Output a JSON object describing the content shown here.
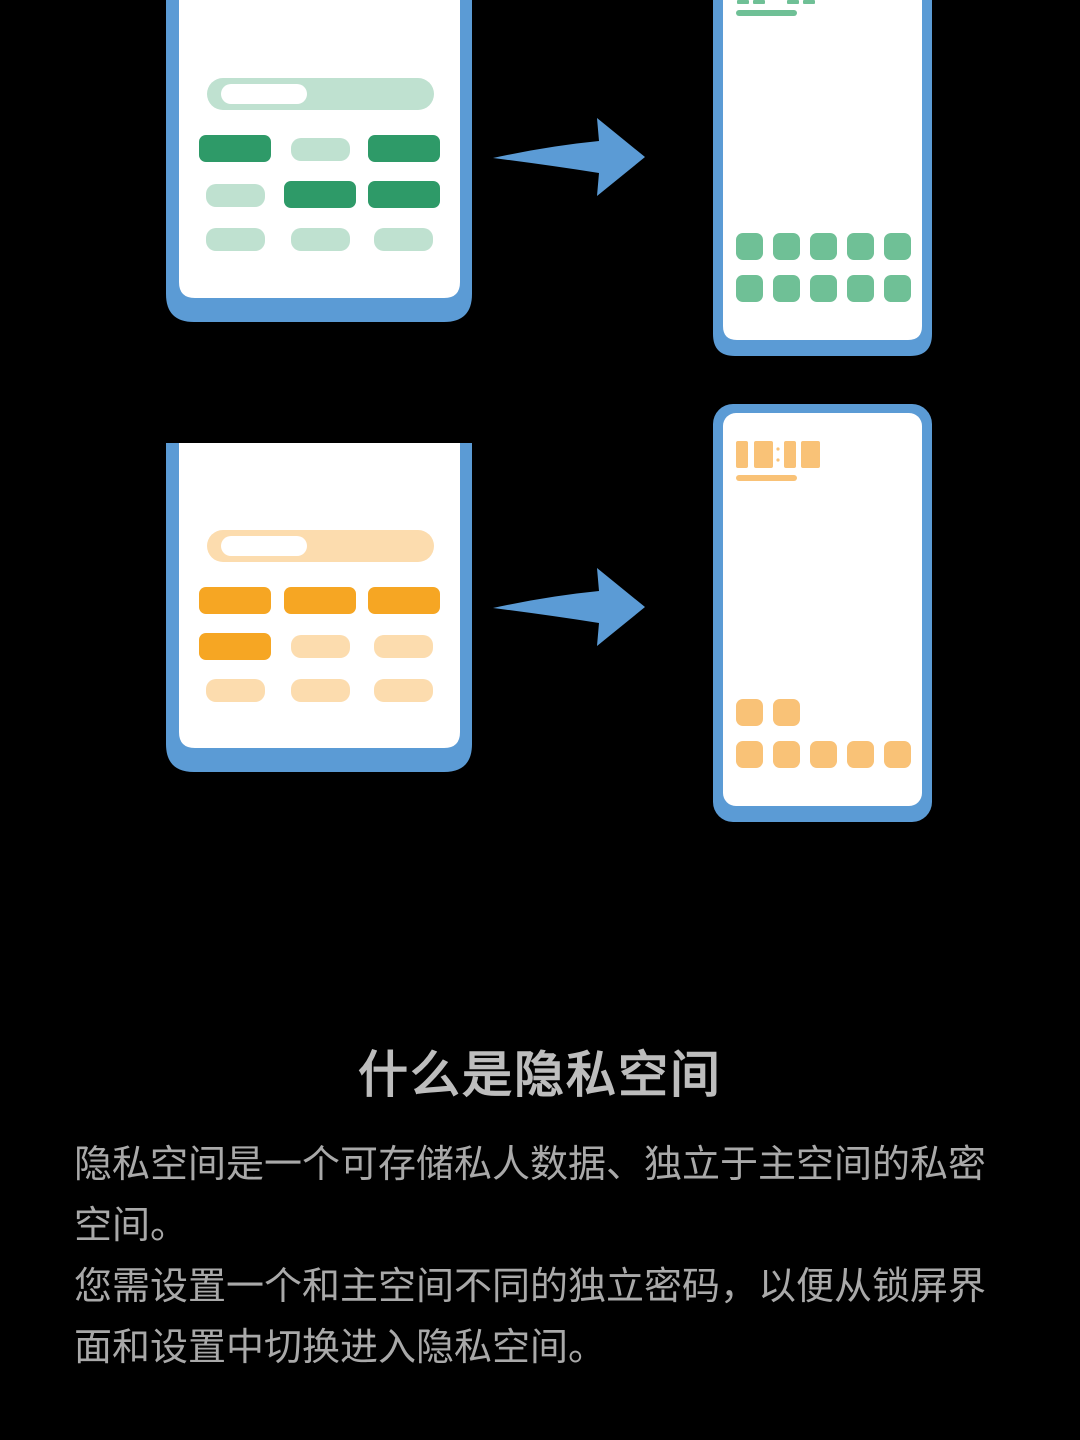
{
  "colors": {
    "background": "#000000",
    "phone_frame": "#5b9bd5",
    "phone_screen": "#ffffff",
    "arrow": "#5b9bd5",
    "green_strong": "#2e9a68",
    "green_mid": "#6fc096",
    "green_light": "#bfe1d0",
    "orange_strong": "#f6a623",
    "orange_mid": "#f9c277",
    "orange_light": "#fcdcae"
  },
  "illustration": {
    "main_space_flow": {
      "source_theme": "green",
      "target_theme": "green",
      "arrow_icon": "arrow-right-icon"
    },
    "private_space_flow": {
      "source_theme": "orange",
      "target_theme": "orange",
      "arrow_icon": "arrow-right-icon"
    }
  },
  "content": {
    "title": "什么是隐私空间",
    "paragraphs": [
      "隐私空间是一个可存储私人数据、独立于主空间的私密空间。",
      "您需设置一个和主空间不同的独立密码，以便从锁屏界面和设置中切换进入隐私空间。"
    ]
  }
}
